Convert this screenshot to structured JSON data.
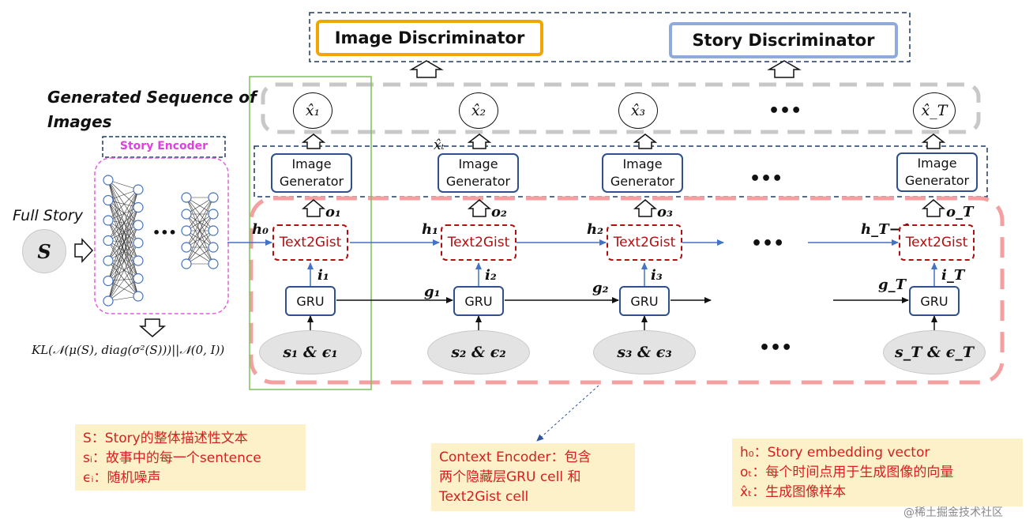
{
  "discriminators": {
    "image": "Image Discriminator",
    "story": "Story Discriminator"
  },
  "generated_sequence_title": [
    "Generated Sequence of",
    "Images"
  ],
  "outputs": [
    "x̂₁",
    "x̂₂",
    "x̂₃",
    "x̂_T"
  ],
  "output_dots": "•••",
  "floating_xt": "x̂ₜ",
  "image_generator_label": [
    "Image",
    "Generator"
  ],
  "gen_dots": "•••",
  "story_encoder_label": "Story Encoder",
  "full_story_label": "Full Story",
  "story_symbol": "S",
  "nn_dots": "•••",
  "kl_formula": "KL(𝒩(μ(S), diag(σ²(S)))||𝒩(0, I))",
  "o_labels": [
    "o₁",
    "o₂",
    "o₃",
    "o_T"
  ],
  "h_labels": [
    "h₀",
    "h₁",
    "h₂",
    "h_T−1"
  ],
  "text2gist_label": "Text2Gist",
  "i_labels": [
    "i₁",
    "i₂",
    "i₃",
    "i_T"
  ],
  "g_labels": [
    "g₁",
    "g₂",
    "g_T"
  ],
  "gru_label": "GRU",
  "inputs": [
    "s₁ & ϵ₁",
    "s₂ & ϵ₂",
    "s₃ & ϵ₃",
    "s_T & ϵ_T"
  ],
  "mid_dots": "•••",
  "notes": {
    "left": [
      "S：Story的整体描述性文本",
      "sᵢ：故事中的每一个sentence",
      "ϵᵢ：随机噪声"
    ],
    "middle": [
      "Context Encoder：包含",
      "两个隐藏层GRU cell 和",
      "Text2Gist cell"
    ],
    "right": [
      "h₀：Story embedding vector",
      "oₜ：每个时间点用于生成图像的向量",
      "x̂ₜ：生成图像样本"
    ]
  },
  "watermark": "@稀土掘金技术社区",
  "colors": {
    "image_disc_border": "#f0a500",
    "story_disc_border": "#8faadc",
    "frame_navy": "#1f3864",
    "context_pink": "#f4a0a0",
    "text2gist_red": "#b01010",
    "encoder_magenta": "#e060e0",
    "green_frame": "#7fbf5a",
    "arrow_blue": "#4472c4",
    "note_bg": "#fdf1c9",
    "note_text": "#d42020"
  }
}
